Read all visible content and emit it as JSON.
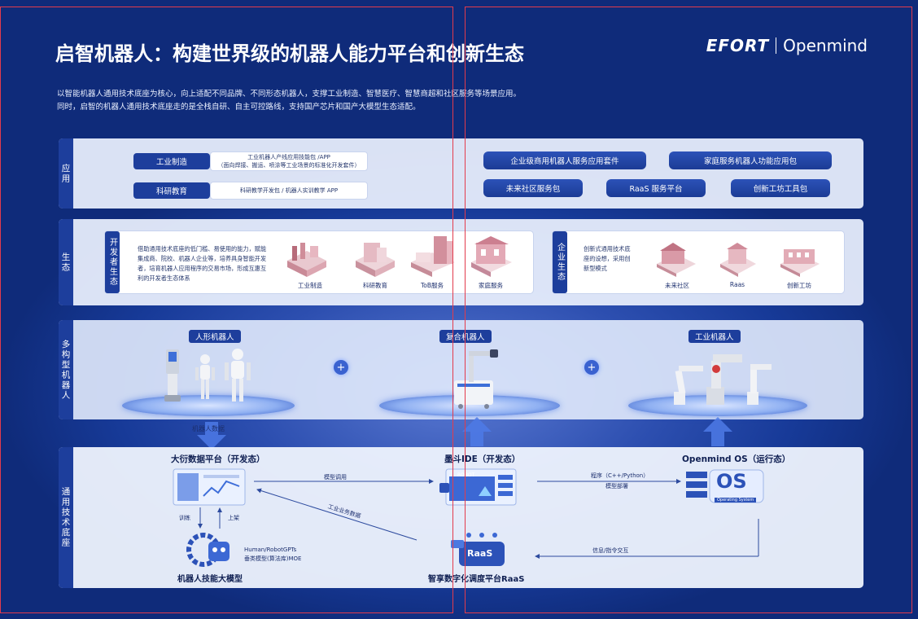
{
  "title": "启智机器人：构建世界级的机器人能力平台和创新生态",
  "logo": {
    "brand1": "EFORT",
    "brand2": "Openmind"
  },
  "intro": [
    "以智能机器人通用技术底座为核心，向上适配不同品牌、不同形态机器人，支撑工业制造、智慧医疗、智慧商超和社区服务等场景应用。",
    "同时，启智的机器人通用技术底座走的是全栈自研、自主可控路线，支持国产芯片和国产大模型生态适配。"
  ],
  "layers": {
    "app": "应用",
    "eco": "生态",
    "multi": "多构型机器人",
    "base": "通用技术底座"
  },
  "app": {
    "industry_tag": "工业制造",
    "industry_desc": "工业机器人产线应用技能包 /APP",
    "industry_desc2": "（面向焊接、搬运、喷涂等工业场景的标准化开发套件）",
    "edu_tag": "科研教育",
    "edu_desc": "科研教学开发包 / 机器人实训教学 APP",
    "pills": [
      "企业级商用机器人服务应用套件",
      "家庭服务机器人功能应用包",
      "未来社区服务包",
      "RaaS 服务平台",
      "创新工坊工具包"
    ]
  },
  "eco": {
    "dev_label": "开发者生态",
    "dev_text": [
      "借助通用技术底座的低门槛、易使用的能力，赋能",
      "集成商、院校、机器人企业等，培养具身智能开发",
      "者，培育机器人应用程序的交易市场，形成互惠互",
      "利的开发者生态体系"
    ],
    "dev_items": [
      "工业制造",
      "科研教育",
      "ToB服务",
      "家庭服务"
    ],
    "ent_label": "企业生态",
    "ent_text": [
      "创新式通用技术底",
      "座的设想，采用创",
      "新型模式"
    ],
    "ent_items": [
      "未来社区",
      "Raas",
      "创新工坊"
    ]
  },
  "robots": {
    "humanoid": "人形机器人",
    "composite": "复合机器人",
    "industrial": "工业机器人",
    "plus": "+"
  },
  "base": {
    "robot_data": "机器人数据",
    "data_platform": "大衍数据平台（开发态）",
    "ide": "墨斗IDE（开发态）",
    "os": "Openmind OS（运行态）",
    "model_call": "模型调用",
    "program": "程序（C++/Python）",
    "deploy": "模型部署",
    "industry_data": "工业业务数据",
    "train": "训练",
    "launch": "上架",
    "gpts": "Human/RobotGPTs",
    "moe": "垂类模型(算法库)MOE",
    "skill_model": "机器人技能大模型",
    "info": "信息/指令交互",
    "raas": "智享数字化调度平台RaaS",
    "raas_icon": "RaaS",
    "os_icon": "OS",
    "os_sub": "Operating System",
    "ide_icon": "ROBOT"
  }
}
